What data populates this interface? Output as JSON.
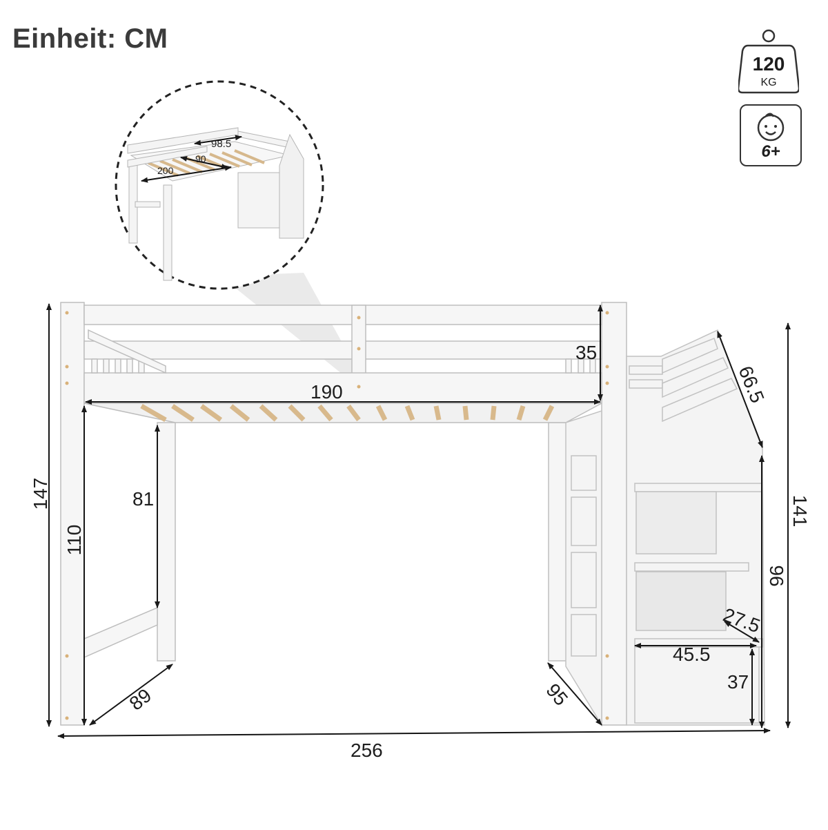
{
  "header": {
    "unit_label": "Einheit: CM"
  },
  "badges": {
    "weight_value": "120",
    "weight_unit": "KG",
    "age_label": "6+"
  },
  "inset": {
    "dimensions": {
      "length": "200",
      "width": "90",
      "outer_width": "98.5"
    }
  },
  "dimensions": {
    "total_height": "147",
    "under_bed_height": "110",
    "leg_opening_height": "81",
    "guardrail_height": "35",
    "bed_length": "190",
    "stair_diagonal": "66.5",
    "stair_total_height": "141",
    "stair_cabinet_height": "96",
    "step_depth": "27.5",
    "stair_width": "45.5",
    "drawer_height": "37",
    "frame_depth": "89",
    "cabinet_depth": "95",
    "total_length": "256"
  },
  "colors": {
    "frame": "#f6f6f6",
    "outline": "#b9b9b9",
    "slat": "#dcc29a",
    "line": "#1a1a1a"
  }
}
